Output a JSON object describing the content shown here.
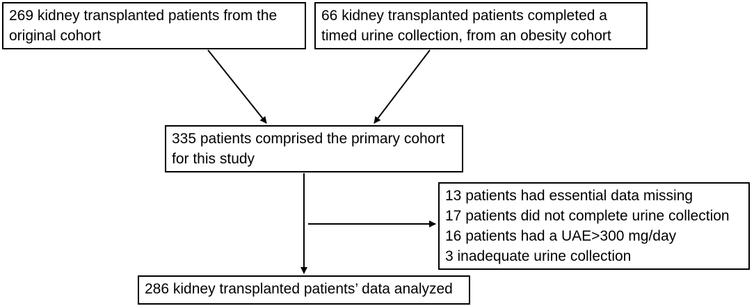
{
  "boxes": {
    "original": {
      "lines": [
        "269 kidney transplanted patients  from the",
        "original cohort"
      ]
    },
    "obesity": {
      "lines": [
        "66 kidney transplanted patients completed a",
        "timed urine collection, from an obesity cohort"
      ]
    },
    "primary": {
      "lines": [
        "335 patients comprised the primary cohort",
        "for this study"
      ]
    },
    "excluded": {
      "lines": [
        "13 patients had essential data missing",
        "17 patients did not complete urine collection",
        "16 patients had a UAE>300 mg/day",
        "3 inadequate urine collection"
      ]
    },
    "analyzed": {
      "lines": [
        "286 kidney transplanted patients’ data analyzed"
      ]
    }
  },
  "colors": {
    "stroke": "#000000",
    "background": "#ffffff"
  }
}
